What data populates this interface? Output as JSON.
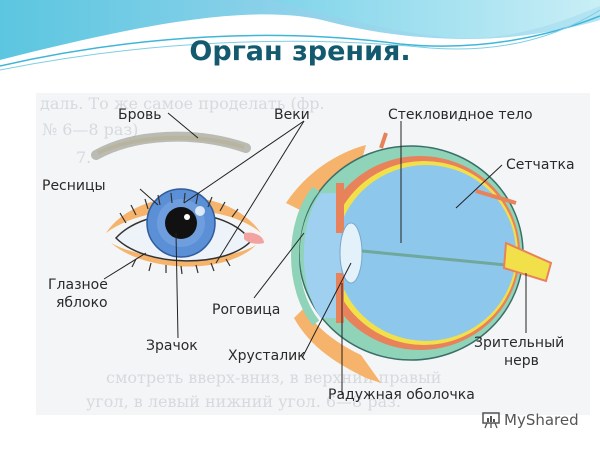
{
  "slide": {
    "title": "Орган зрения.",
    "accent_color": "#135a6e",
    "wave_colors": [
      "#6fcbe6",
      "#a9dff0",
      "#3fb6d9"
    ]
  },
  "diagram": {
    "external_eye_labels": {
      "eyebrow": "Бровь",
      "eyelids": "Веки",
      "eyelashes": "Ресницы",
      "eyeball": "Глазное\nяблоко",
      "eyeball_line1": "Глазное",
      "eyeball_line2": "яблоко",
      "pupil": "Зрачок"
    },
    "cross_section_labels": {
      "vitreous_body": "Стекловидное тело",
      "retina": "Сетчатка",
      "cornea": "Роговица",
      "lens": "Хрусталик",
      "iris": "Радужная оболочка",
      "optic_nerve_line1": "Зрительный",
      "optic_nerve_line2": "нерв"
    },
    "colors": {
      "iris_blue": "#5b8fd6",
      "vitreous_blue": "#8ec7ec",
      "sclera_green": "#8fd3b8",
      "choroid_orange": "#e8825a",
      "retina_yellow": "#f2e04a",
      "eyelid_orange": "#f5b36b"
    }
  },
  "watermark": {
    "icon": "presentation-chart-icon",
    "text": "MyShared"
  }
}
